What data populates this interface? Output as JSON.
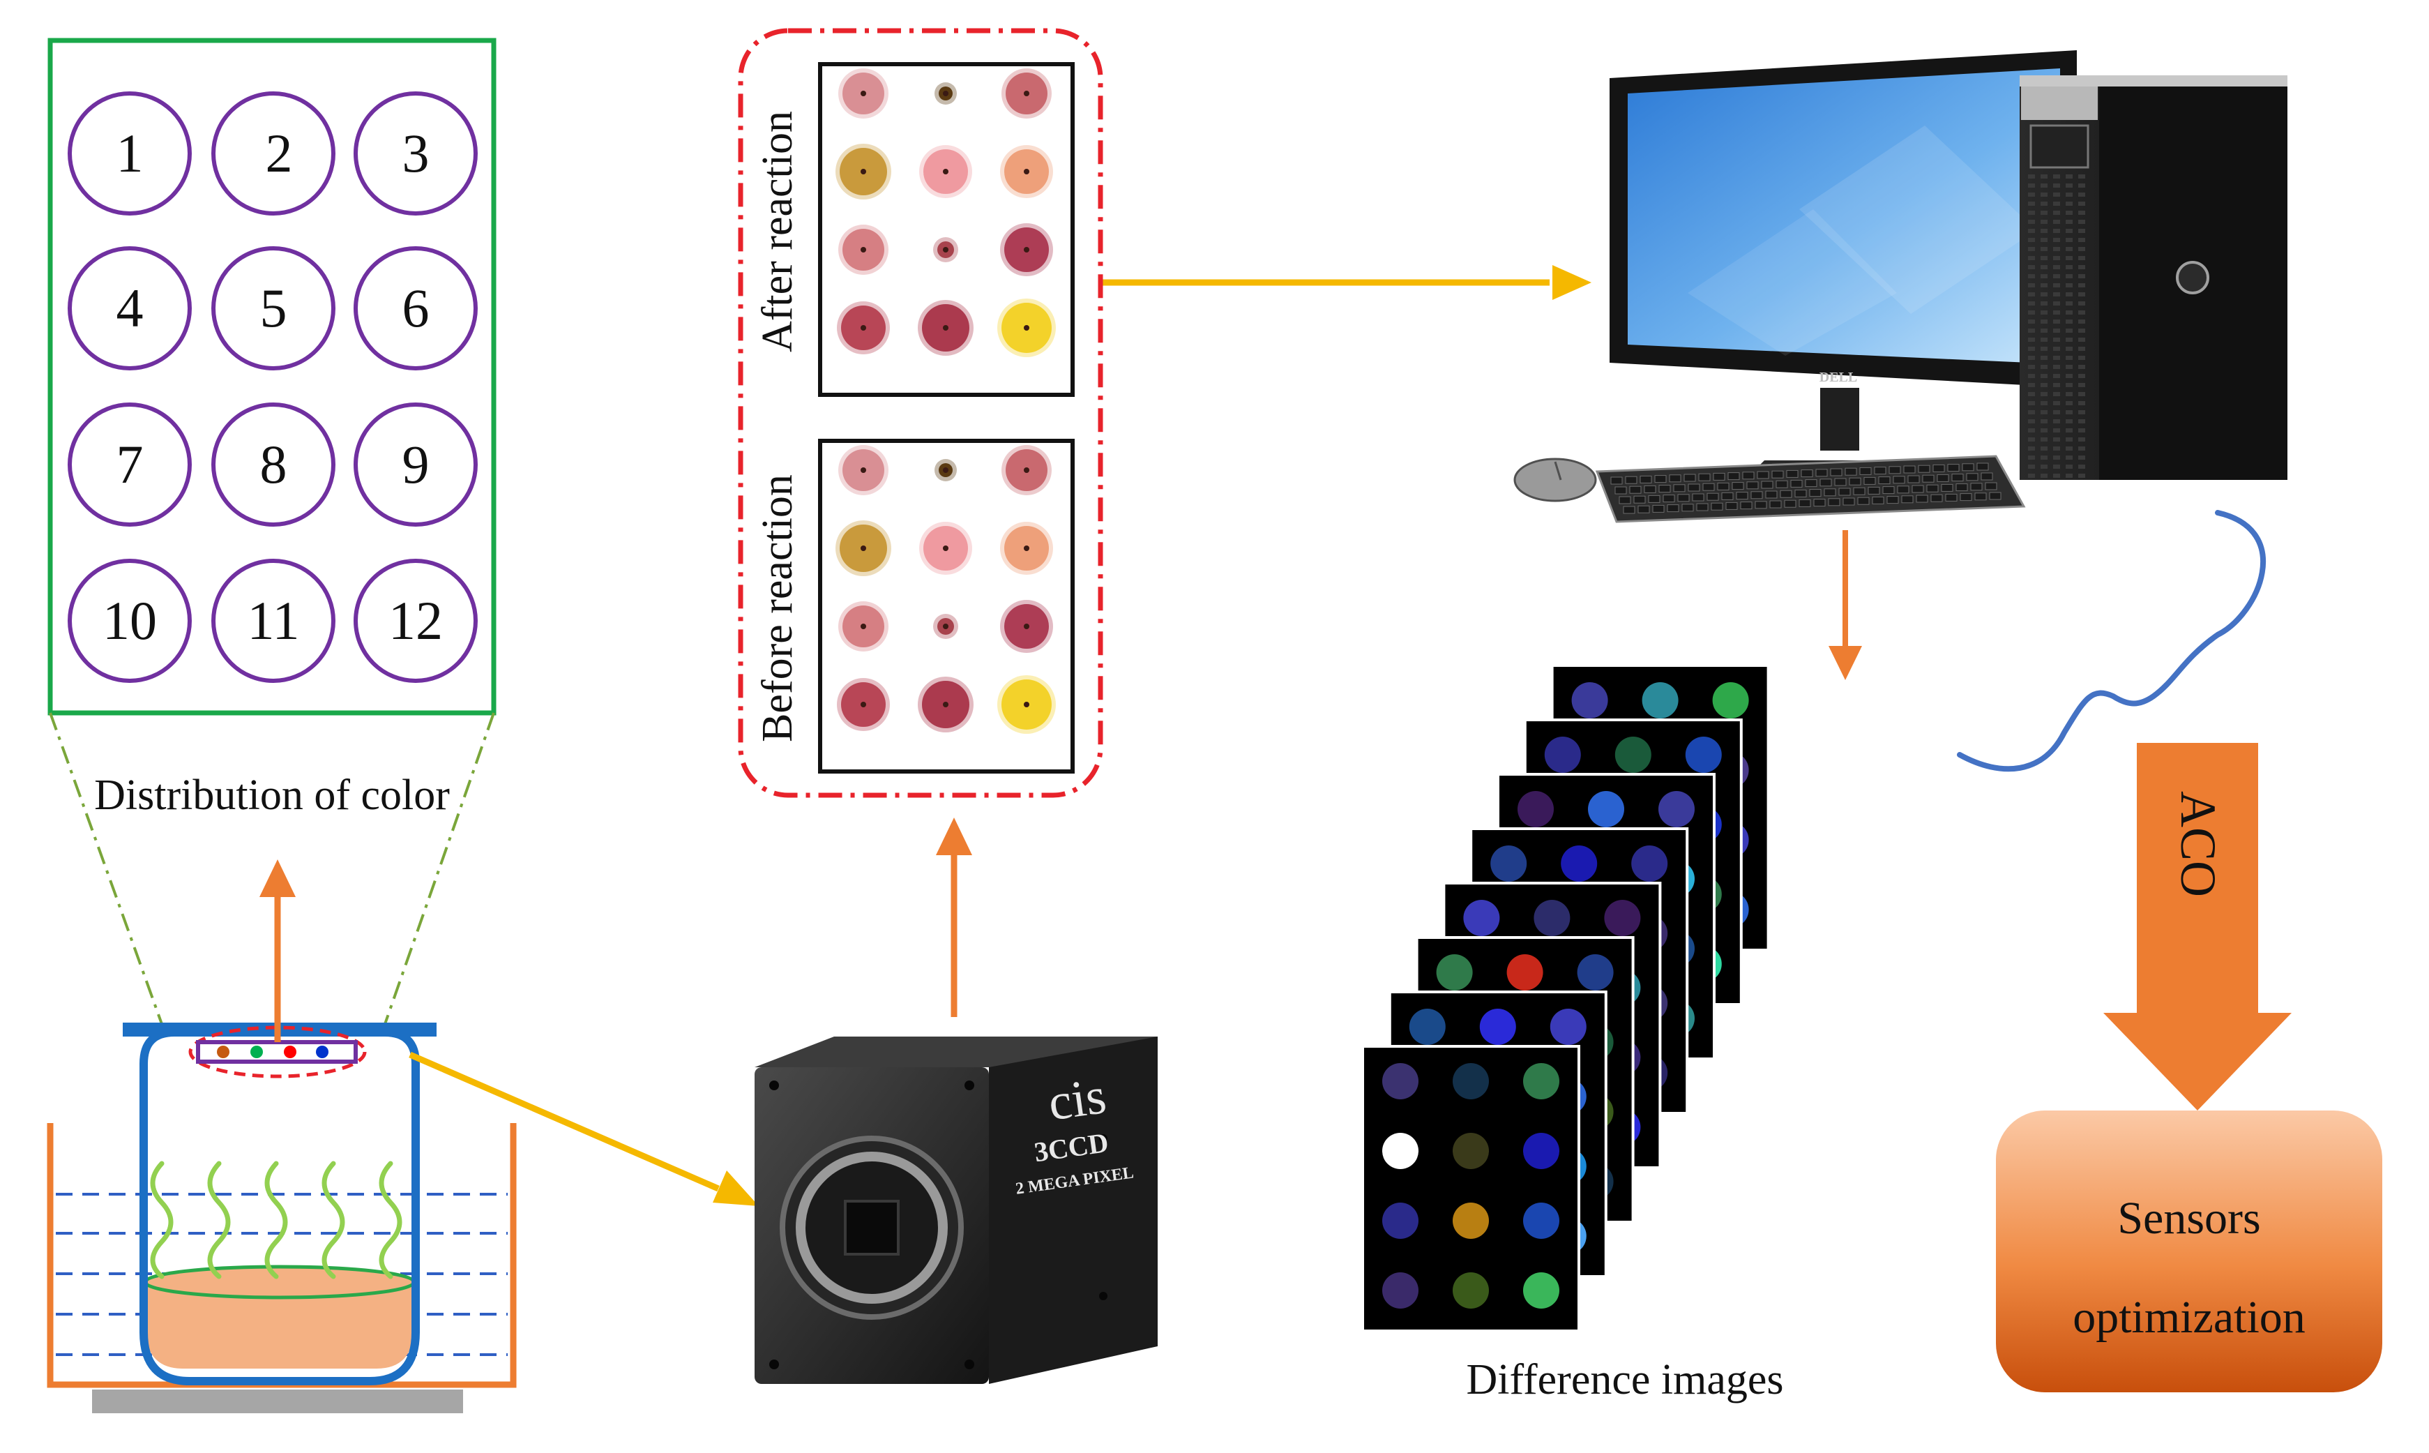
{
  "grid_panel": {
    "numbers": [
      "1",
      "2",
      "3",
      "4",
      "5",
      "6",
      "7",
      "8",
      "9",
      "10",
      "11",
      "12"
    ],
    "label": "Distribution of color"
  },
  "reaction_panel": {
    "after_label": "After reaction",
    "before_label": "Before reaction"
  },
  "camera": {
    "brand": "cis",
    "model": "3CCD",
    "spec": "2 MEGA PIXEL"
  },
  "monitor": {
    "brand": "DELL"
  },
  "difference_images": {
    "label": "Difference images"
  },
  "aco_arrow": {
    "label": "ACO"
  },
  "result_box": {
    "line1": "Sensors",
    "line2": "optimization"
  },
  "colors": {
    "grid_border": "#1aa84a",
    "circle_stroke": "#7030a0",
    "orange_arrow": "#ed7d31",
    "yellow_arrow": "#f5b800",
    "red_dash": "#e8232b",
    "blue_brace": "#4472c4",
    "vessel_blue": "#1c6fc4",
    "liquid": "#f4b183",
    "vapor": "#92d050",
    "bath": "#ed7d31"
  }
}
